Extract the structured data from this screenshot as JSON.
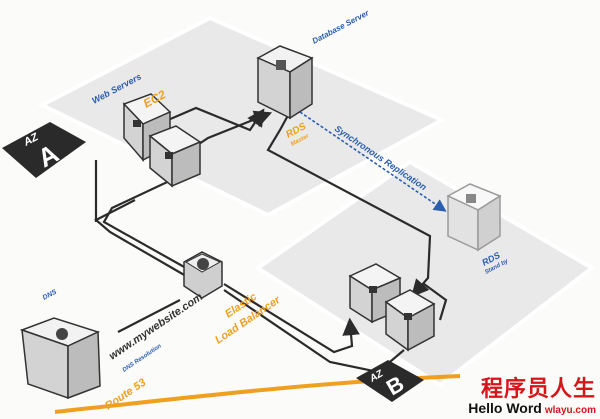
{
  "labels": {
    "web_servers": "Web Servers",
    "ec2": "EC2",
    "database_server": "Database Server",
    "rds_a": "RDS",
    "rds_a_sub": "Master",
    "sync_replication": "Synchronous Replication",
    "rds_b": "RDS",
    "rds_b_sub": "Stand by",
    "elb_line1": "Elastic",
    "elb_line2": "Load Balancer",
    "website": "www.mywebsite.com",
    "dns": "DNS",
    "dns_resolution": "DNS Resolution",
    "route53": "Route 53"
  },
  "zones": [
    {
      "badge": "AZ",
      "letter": "A"
    },
    {
      "badge": "AZ",
      "letter": "B"
    }
  ],
  "watermark": {
    "cn": "程序员人生",
    "en": "Hello Word",
    "url": "wlayu.com"
  },
  "colors": {
    "zone_fill": "#eaeaea",
    "zone_edge": "#ffffff",
    "cube_top": "#f4f4f4",
    "cube_left": "#d2d2d2",
    "cube_right": "#bdbdbd",
    "connector": "#2b2b2b",
    "accent_orange": "#f0a020",
    "label_blue": "#2a5db0",
    "badge": "#2a2a2a",
    "watermark_red": "#d6151b"
  }
}
